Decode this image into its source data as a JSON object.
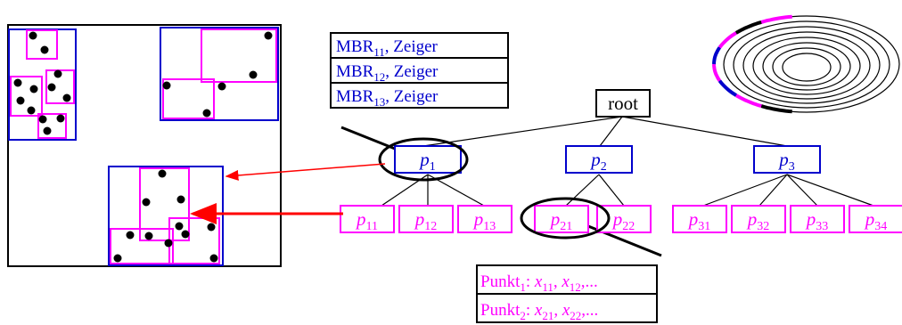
{
  "colors": {
    "blue": "#0000cc",
    "magenta": "#ff00ff",
    "black": "#000000",
    "red": "#ff0000"
  },
  "mbr_table": [
    {
      "sub": "11",
      "suffix": ", Zeiger"
    },
    {
      "sub": "12",
      "suffix": ", Zeiger"
    },
    {
      "sub": "13",
      "suffix": ", Zeiger"
    }
  ],
  "mbr_prefix": "MBR",
  "root_label": "root",
  "node_prefix": "p",
  "level1": [
    {
      "sub": "1"
    },
    {
      "sub": "2"
    },
    {
      "sub": "3"
    }
  ],
  "level2": [
    {
      "sub": "11"
    },
    {
      "sub": "12"
    },
    {
      "sub": "13"
    },
    {
      "sub": "21"
    },
    {
      "sub": "22"
    },
    {
      "sub": "31"
    },
    {
      "sub": "32"
    },
    {
      "sub": "33"
    },
    {
      "sub": "34"
    }
  ],
  "punkt_table": [
    {
      "prefix": "Punkt",
      "idx": "1",
      "vals": [
        {
          "v": "x",
          "s": "11"
        },
        {
          "v": "x",
          "s": "12"
        }
      ],
      "tail": ",..."
    },
    {
      "prefix": "Punkt",
      "idx": "2",
      "vals": [
        {
          "v": "x",
          "s": "21"
        },
        {
          "v": "x",
          "s": "22"
        }
      ],
      "tail": ",..."
    }
  ],
  "spiral_segments": [
    "black",
    "magenta",
    "blue",
    "magenta",
    "blue",
    "magenta",
    "black",
    "magenta"
  ]
}
